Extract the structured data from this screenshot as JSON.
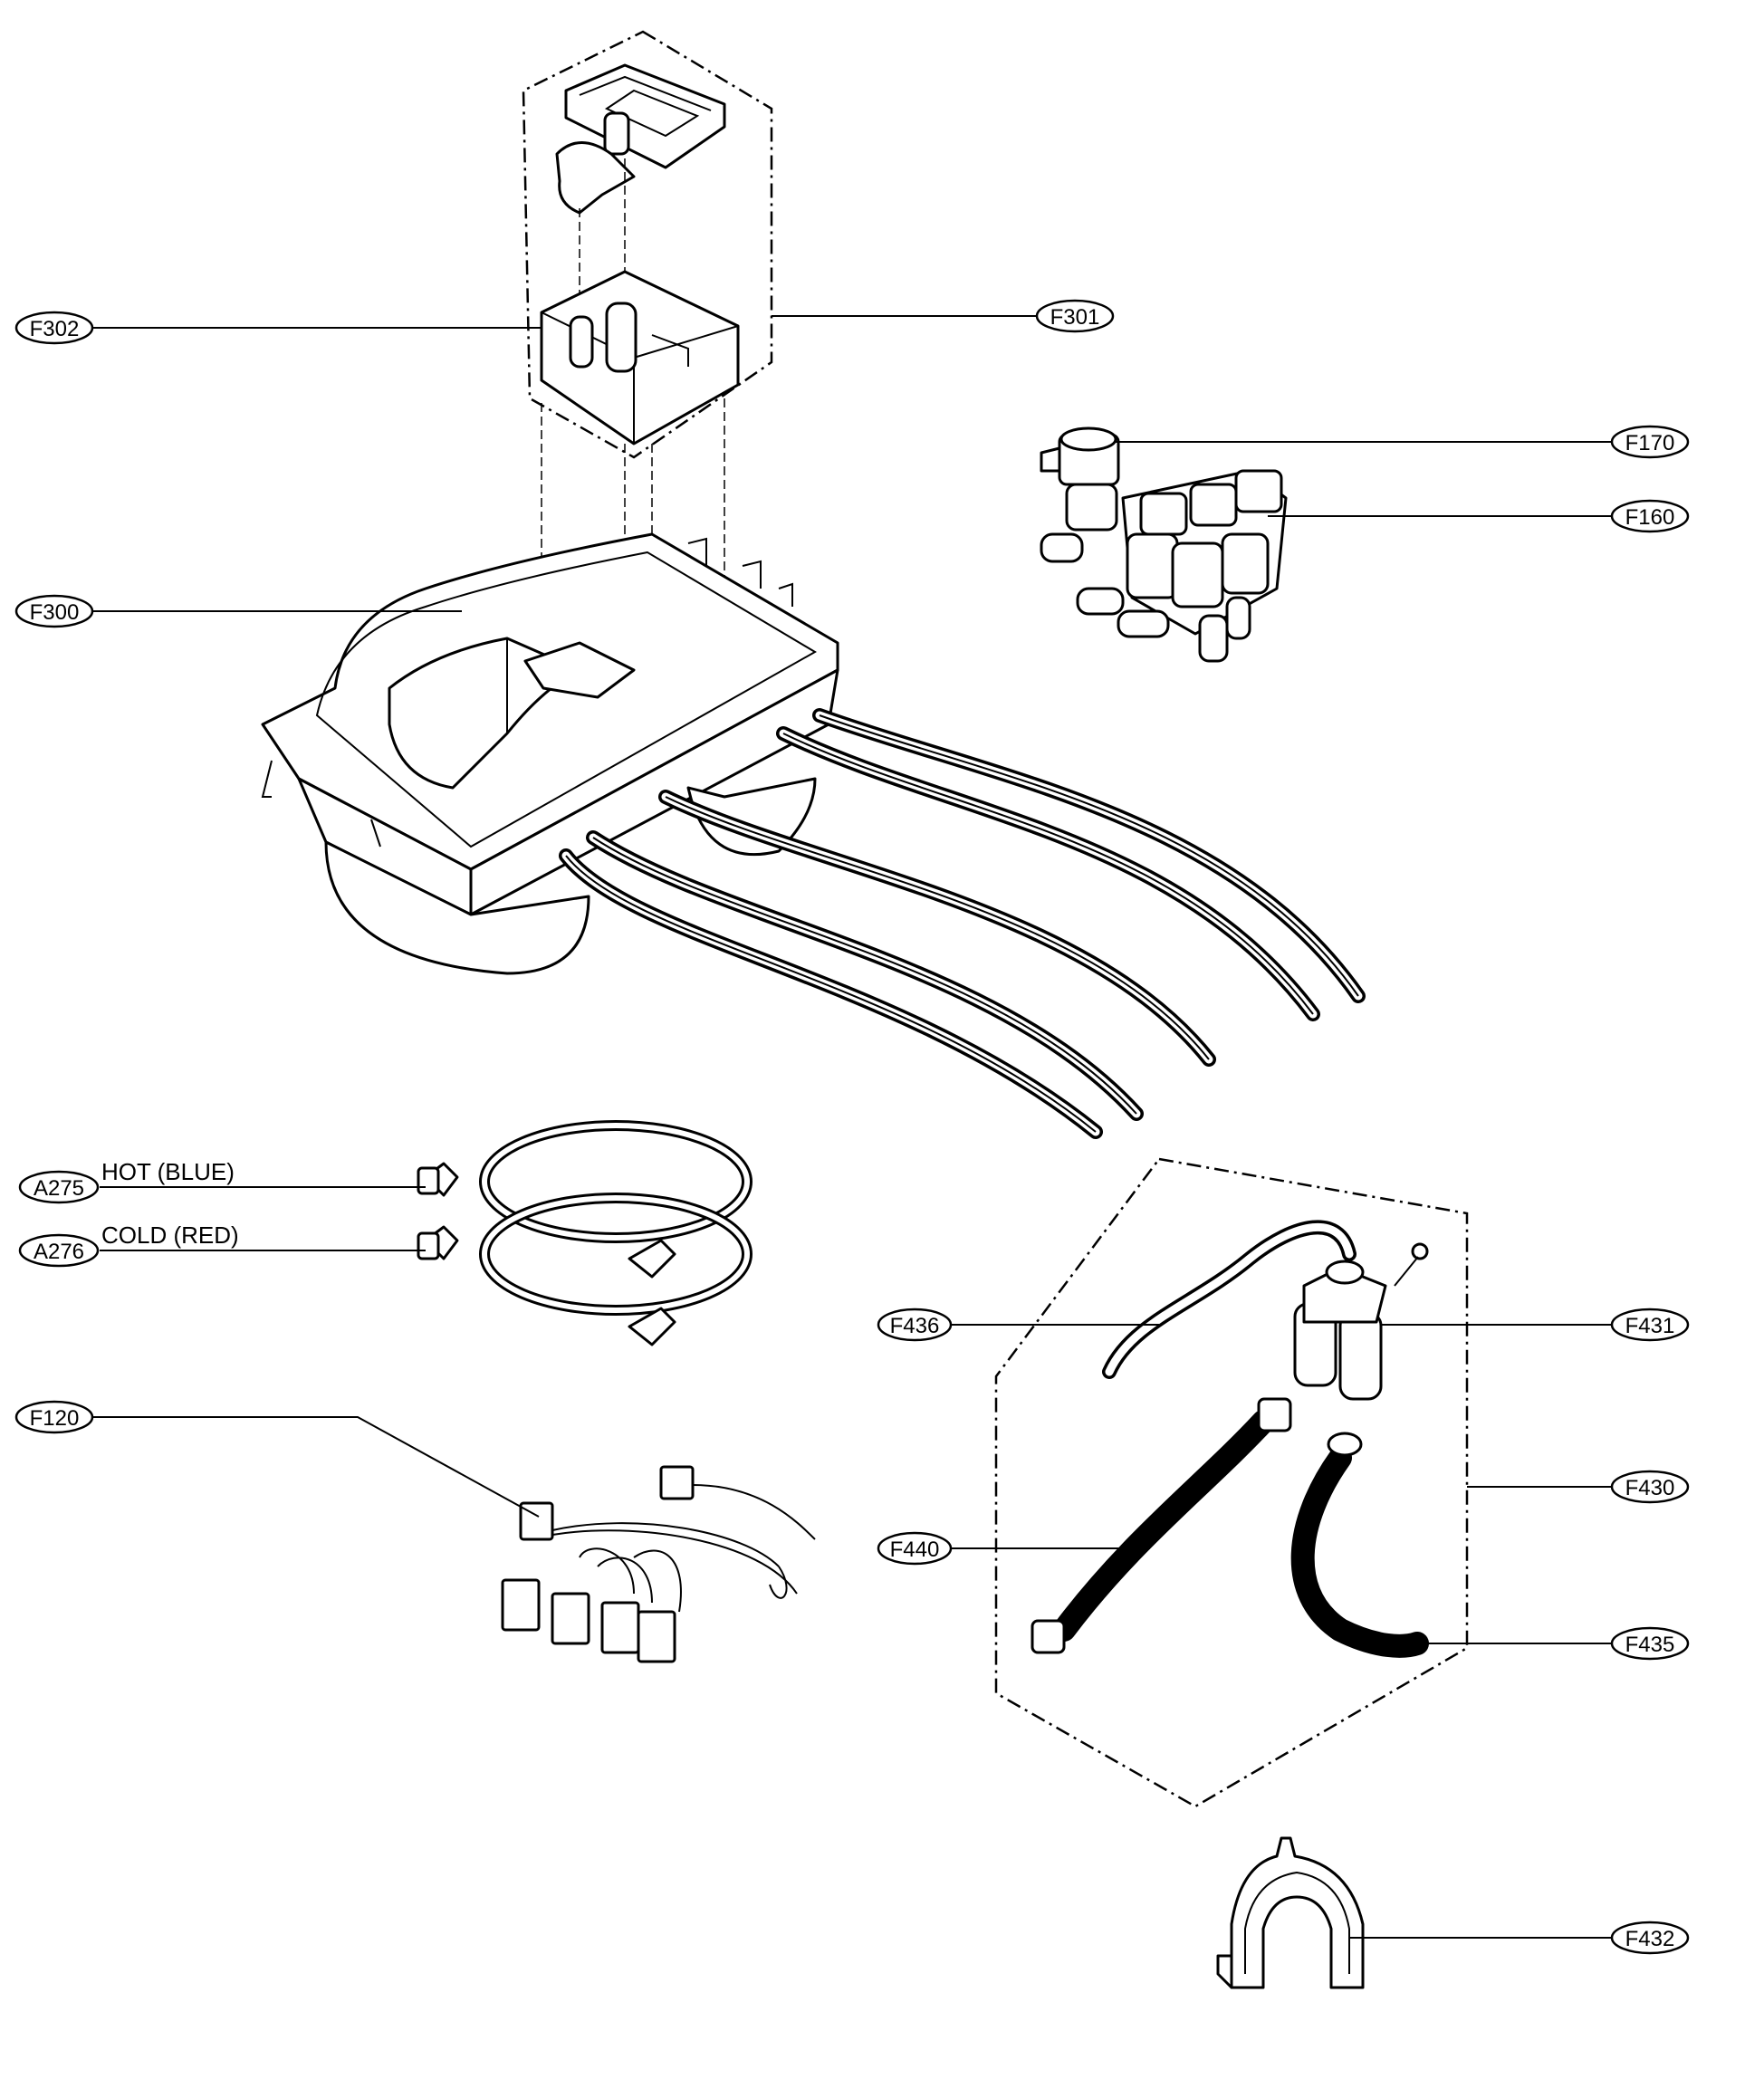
{
  "labels": {
    "F301": "F301",
    "F302": "F302",
    "F300": "F300",
    "F170": "F170",
    "F160": "F160",
    "A275": "A275",
    "A276": "A276",
    "F120": "F120",
    "F436": "F436",
    "F431": "F431",
    "F440": "F440",
    "F430": "F430",
    "F435": "F435",
    "F432": "F432"
  },
  "descriptions": {
    "hot": "HOT (BLUE)",
    "cold": "COLD (RED)"
  }
}
